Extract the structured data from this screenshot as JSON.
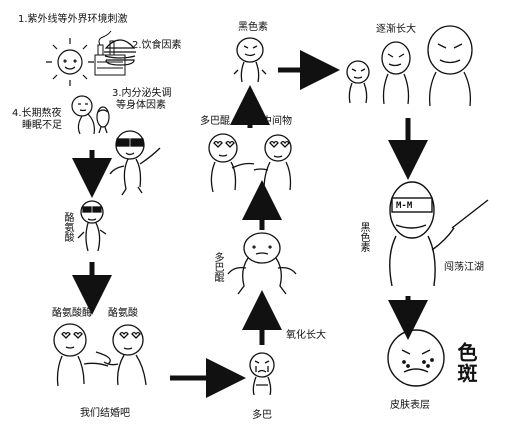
{
  "diagram": {
    "factors": {
      "uv": "1.紫外线等外界环境刺激",
      "diet": "2.饮食因素",
      "endocrine_line1": "3.内分泌失调",
      "endocrine_line2": "等身体因素",
      "sleep_line1": "4.长期熬夜",
      "sleep_line2": "睡眠不足"
    },
    "left_column": {
      "tyrosine": "酪氨酸",
      "tyrosinase": "酪氨酸酶",
      "tyrosine_pair": "酪氨酸",
      "marry": "我们结婚吧"
    },
    "middle_column": {
      "dopa_final": "多巴",
      "oxidation_growth": "氧化长大",
      "dopaquinone": "多巴醌",
      "dopa_quinone2": "多巴醌",
      "intermediate": "中间物",
      "melanin": "黑色素"
    },
    "right_column": {
      "grow_up": "逐渐长大",
      "melanin_vertical": "黑色素",
      "roam": "闯荡江湖",
      "skin_surface": "皮肤表层",
      "spot": "色斑",
      "glasses_text": "M-M"
    },
    "colors": {
      "ink": "#111111",
      "background": "#ffffff"
    }
  }
}
